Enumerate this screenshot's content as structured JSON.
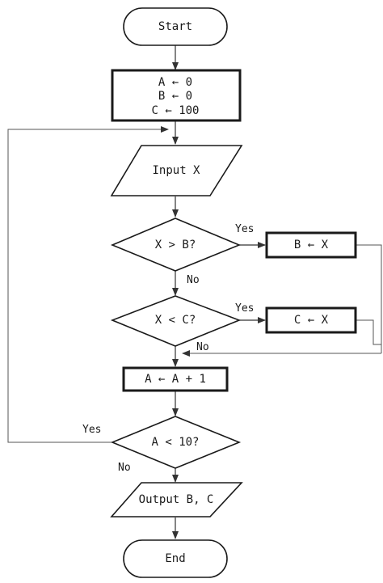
{
  "nodes": {
    "start": "Start",
    "init": [
      "A ← 0",
      "B ← 0",
      "C ← 100"
    ],
    "input": "Input X",
    "decision_b": "X > B?",
    "assign_b": "B ← X",
    "decision_c": "X < C?",
    "assign_c": "C ← X",
    "increment": "A ← A + 1",
    "decision_loop": "A < 10?",
    "output": "Output B, C",
    "end": "End"
  },
  "edge_labels": {
    "b_yes": "Yes",
    "b_no": "No",
    "c_yes": "Yes",
    "c_no": "No",
    "loop_yes": "Yes",
    "loop_no": "No"
  }
}
